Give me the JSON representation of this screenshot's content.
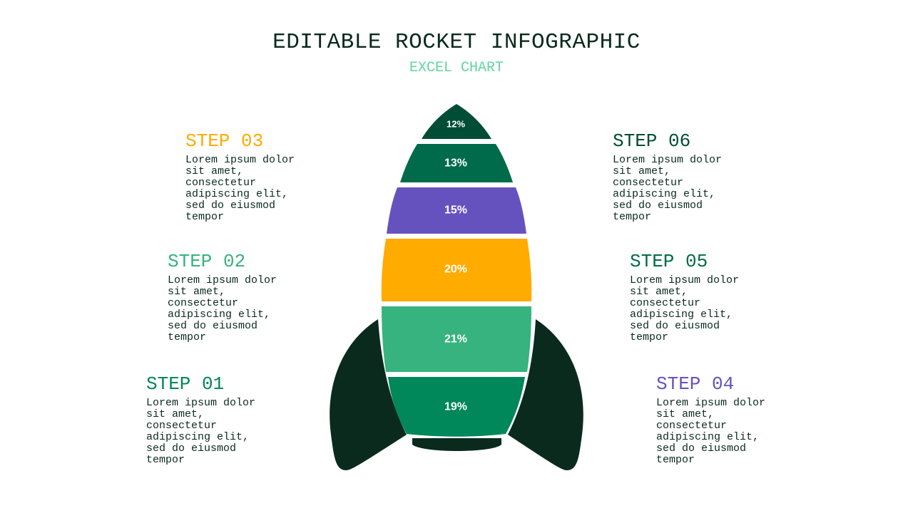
{
  "header": {
    "title": "EDITABLE ROCKET INFOGRAPHIC",
    "subtitle": "EXCEL CHART"
  },
  "colors": {
    "dark_green": "#004d36",
    "green": "#006b4a",
    "purple": "#6652bf",
    "orange": "#ffab00",
    "light_green": "#36b37e",
    "medium_green": "#00875a",
    "fins": "#0b2a1e",
    "subtitle": "#5fd4a0"
  },
  "steps": [
    {
      "label": "STEP 01",
      "color": "#00875a",
      "text": "Lorem ipsum dolor sit amet, consectetur adipiscing elit, sed do eiusmod tempor"
    },
    {
      "label": "STEP 02",
      "color": "#36b37e",
      "text": "Lorem ipsum dolor sit amet, consectetur adipiscing elit, sed do eiusmod tempor"
    },
    {
      "label": "STEP 03",
      "color": "#ffab00",
      "text": "Lorem ipsum dolor sit amet, consectetur adipiscing elit, sed do eiusmod tempor"
    },
    {
      "label": "STEP 04",
      "color": "#6652bf",
      "text": "Lorem ipsum dolor sit amet, consectetur adipiscing elit, sed do eiusmod tempor"
    },
    {
      "label": "STEP 05",
      "color": "#006b4a",
      "text": "Lorem ipsum dolor sit amet, consectetur adipiscing elit, sed do eiusmod tempor"
    },
    {
      "label": "STEP 06",
      "color": "#004d36",
      "text": "Lorem ipsum dolor sit amet, consectetur adipiscing elit, sed do eiusmod tempor"
    }
  ],
  "segments": [
    {
      "label": "12%",
      "value": 12,
      "color": "#004d36"
    },
    {
      "label": "13%",
      "value": 13,
      "color": "#006b4a"
    },
    {
      "label": "15%",
      "value": 15,
      "color": "#6652bf"
    },
    {
      "label": "20%",
      "value": 20,
      "color": "#ffab00"
    },
    {
      "label": "21%",
      "value": 21,
      "color": "#36b37e"
    },
    {
      "label": "19%",
      "value": 19,
      "color": "#00875a"
    }
  ]
}
